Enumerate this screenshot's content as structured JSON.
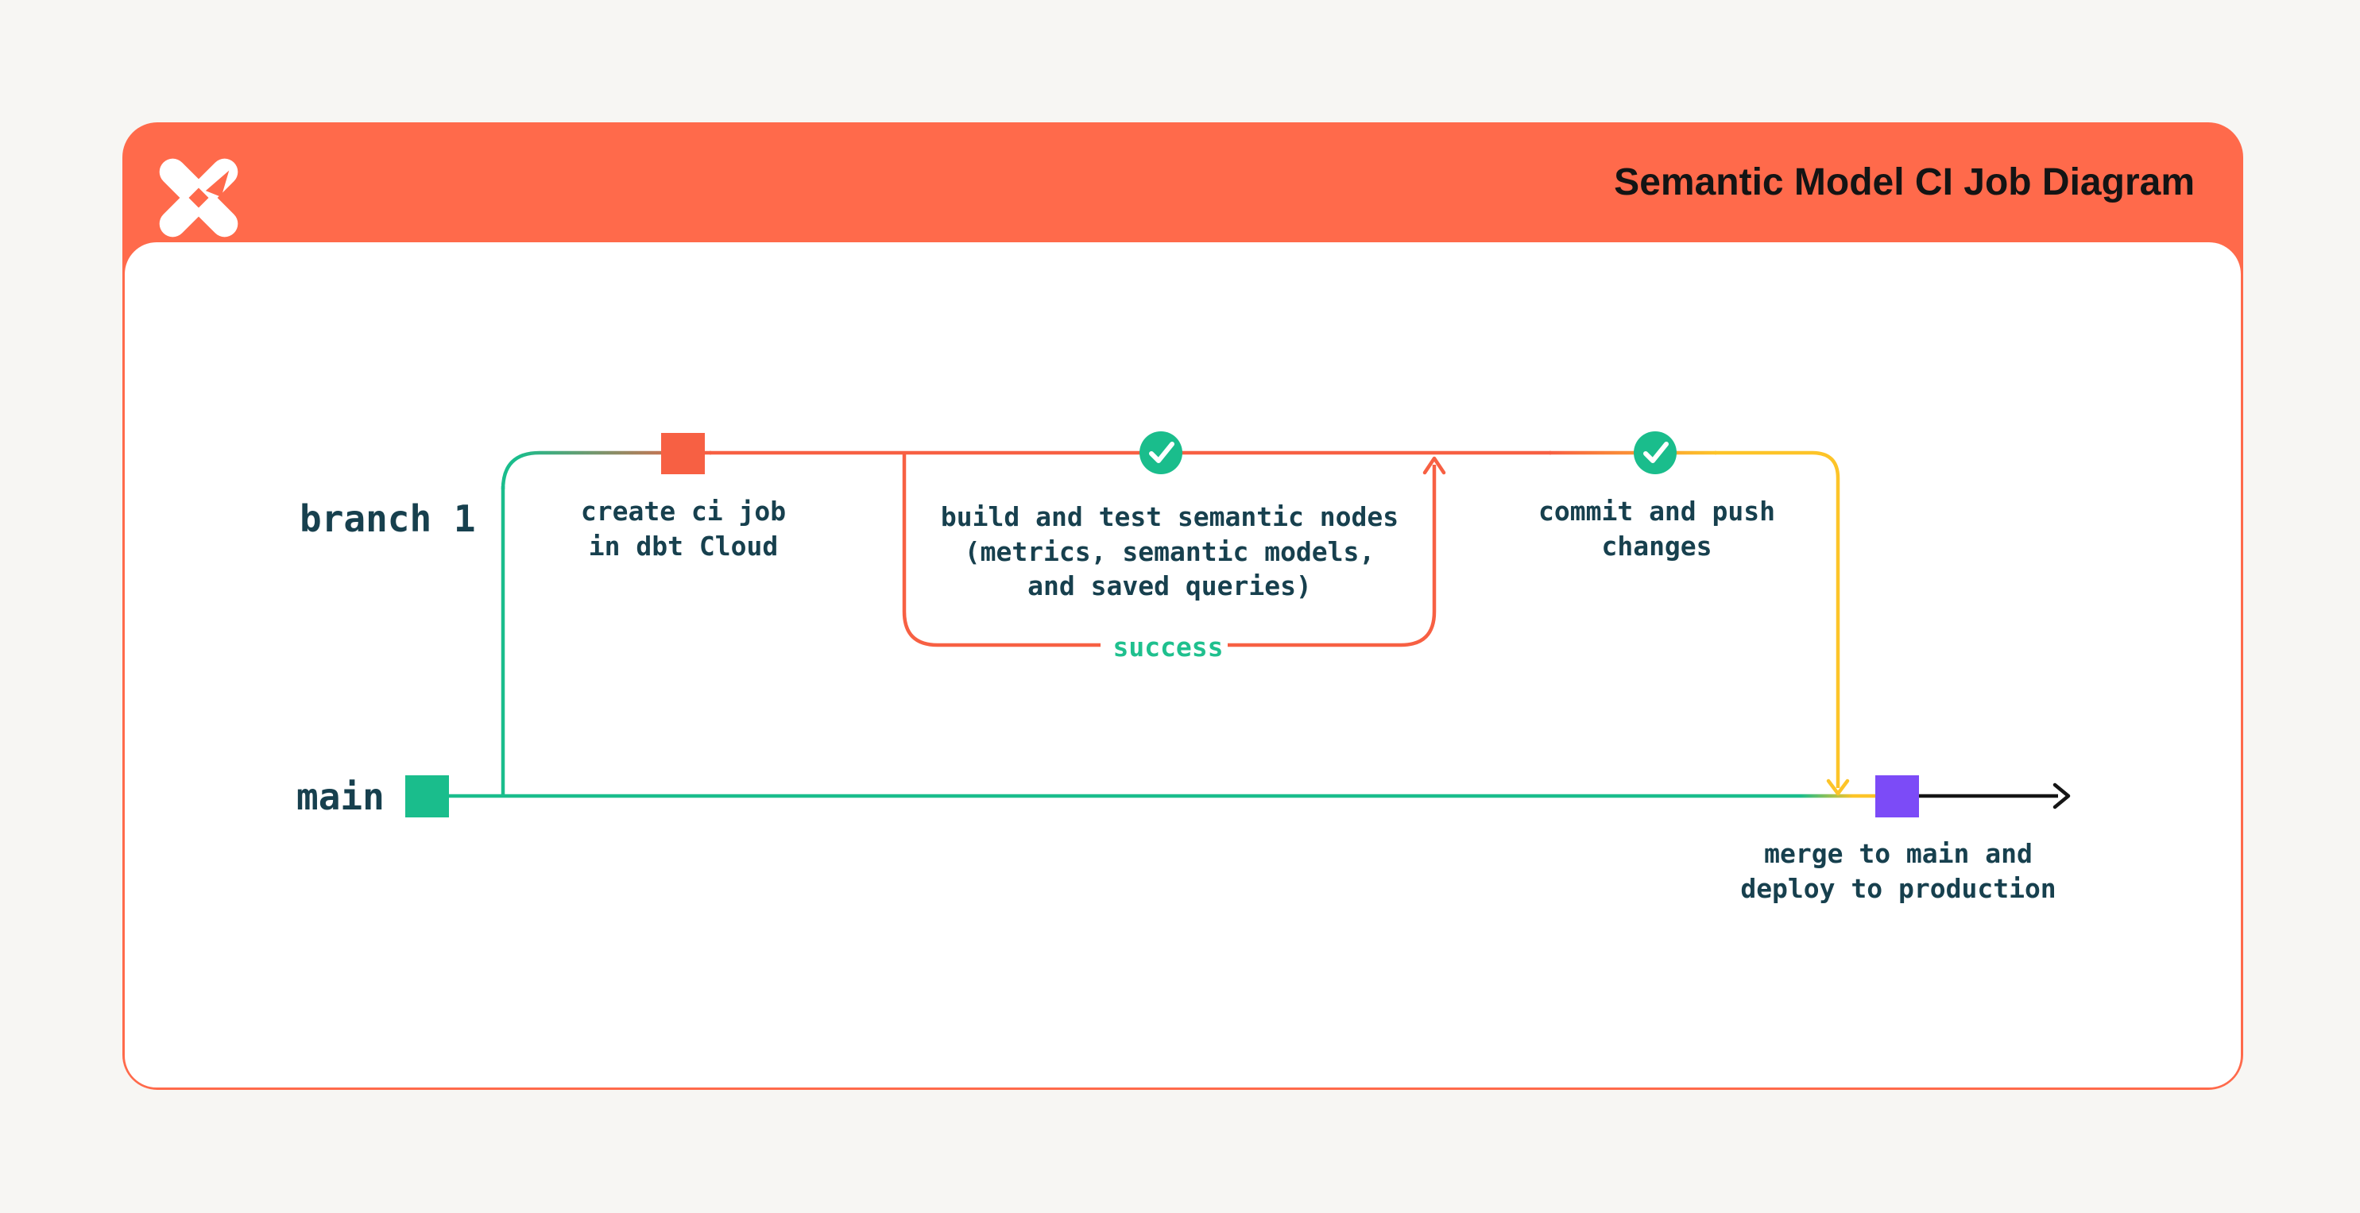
{
  "colors": {
    "orange_brand": "#ff6a4b",
    "orange_line": "#f76043",
    "green": "#1abd8c",
    "yellow": "#fdc428",
    "purple": "#7c4bf7",
    "dark_text": "#17404e",
    "title_text": "#141414",
    "success_text": "#1fc08e",
    "page_bg": "#f7f6f3",
    "card_body_bg": "#ffffff",
    "black_line": "#151515"
  },
  "header": {
    "title": "Semantic Model CI Job Diagram",
    "logo": "dbt-logo"
  },
  "diagram": {
    "branch_label": "branch 1",
    "main_label": "main",
    "success_label": "success",
    "nodes": {
      "create": {
        "lines": [
          "create ci job",
          "in dbt Cloud"
        ]
      },
      "build": {
        "lines": [
          "build and test semantic nodes",
          "(metrics, semantic models,",
          "and saved queries)"
        ]
      },
      "commit": {
        "lines": [
          "commit and push",
          "changes"
        ]
      },
      "merge": {
        "lines": [
          "merge to main and",
          "deploy to production"
        ]
      }
    },
    "markers": {
      "create_commit": "orange-square",
      "build_check": "green-check-circle",
      "commit_check": "green-check-circle",
      "merge_commit": "purple-square",
      "main_start": "green-square"
    }
  }
}
